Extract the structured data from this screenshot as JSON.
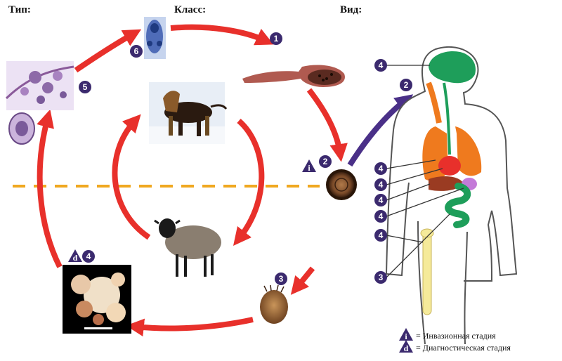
{
  "headers": {
    "type": "Тип:",
    "class": "Класс:",
    "species": "Вид:"
  },
  "legend": {
    "infective_letter": "i",
    "infective_text": "= Инвазионная стадия",
    "diagnostic_letter": "d",
    "diagnostic_text": "= Диагностическая стадия"
  },
  "stage_markers": {
    "adult_worm": "1",
    "egg": "2",
    "oncosphere": "3",
    "hydatid_cyst": "4",
    "protoscolex_section": "5",
    "scolex": "6",
    "human_route": "2"
  },
  "human_organ_markers": [
    "4",
    "4",
    "4",
    "4",
    "4",
    "4",
    "3"
  ],
  "hosts": [
    "dog-photo",
    "sheep-photo"
  ],
  "colors": {
    "cycle_arrow": "#e8302b",
    "human_arrow": "#4a3088",
    "marker_circle": "#3b2a6e",
    "divider": "#f0a820",
    "brain": "#1e9e5a",
    "lung": "#ef7a1e",
    "liver": "#9a3b22",
    "heart": "#e8302b",
    "stomach": "#c47ad8",
    "intestine": "#1e9e5a",
    "bone": "#f5ea9a"
  }
}
